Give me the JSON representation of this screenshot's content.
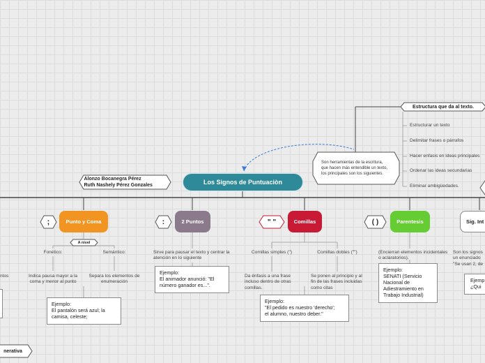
{
  "main_topic": "Los Signos de Puntuaciòn",
  "authors": [
    "Alonzo Bocanegra Pérez",
    "Ruth Nashely Pérez Gonzales"
  ],
  "definition": "Son herramientas de la escritura, que hacen más entendible un texto, los principales son los siguientes.",
  "structure": {
    "title": "Estructura que da al texto.",
    "items": [
      "Estructurar un texto",
      "Delimitar frases o párrafos",
      "Hacer enfasis en ideas principales",
      "Ordenar las ideas secundarias",
      "Eliminar ambigüedades."
    ]
  },
  "punto_coma": {
    "symbol": ";",
    "label": "Punto y Coma",
    "level_tag": "A nivel",
    "fonetico": "Fonético:",
    "semantico": "Semántico:",
    "fonetico_desc": "Indica pausa mayor a la coma y menor al punto",
    "semantico_desc": "Separa los elementos de enumeración",
    "example": "Ejemplo:\nEl pantalón será azul; la camisa, celeste;"
  },
  "dos_puntos": {
    "symbol": ":",
    "label": "2 Puntos",
    "desc": "Sirve para pausar el texto y centrar la atención en lo siguiente",
    "example": "Ejemplo:\nEl animador anunció: \"El número ganador es...\"."
  },
  "comillas": {
    "symbol": "\" \"",
    "label": "Comillas",
    "simples": "Comillas simples ('')",
    "dobles": "Comillas dobles (\"\")",
    "simples_desc": "Da énfasis a una frase incluso dentro de otras comillas.",
    "dobles_desc": "Se ponen al principio y al fin de las frases incluidas como citas",
    "example": "Ejemplo:\n\"El pedido es nuestro 'derecho';\n el alumno, nuestro deber.\""
  },
  "parentesis": {
    "symbol": "( )",
    "label": "Parentesis",
    "desc": "(Encierran elementos incidentales o aclaratorios).",
    "example": "Ejemplo:\n SENATI (Servicio Nacional de Adiestramiento en Trabajo Industrial)"
  },
  "interrogacion": {
    "label": "Sig. Int",
    "desc": "Son los signos\nun enunciado\n\"Se usan 2, de",
    "example": "Ejemp\n¿Qui"
  },
  "partial_left": {
    "text1": "ntos",
    "tag": "nerativa"
  },
  "colors": {
    "main": "#2e8a99",
    "punto_coma": "#f29422",
    "dos_puntos": "#8a7a8c",
    "comillas": "#c81a35",
    "parentesis": "#66cc33",
    "line": "#444444"
  }
}
